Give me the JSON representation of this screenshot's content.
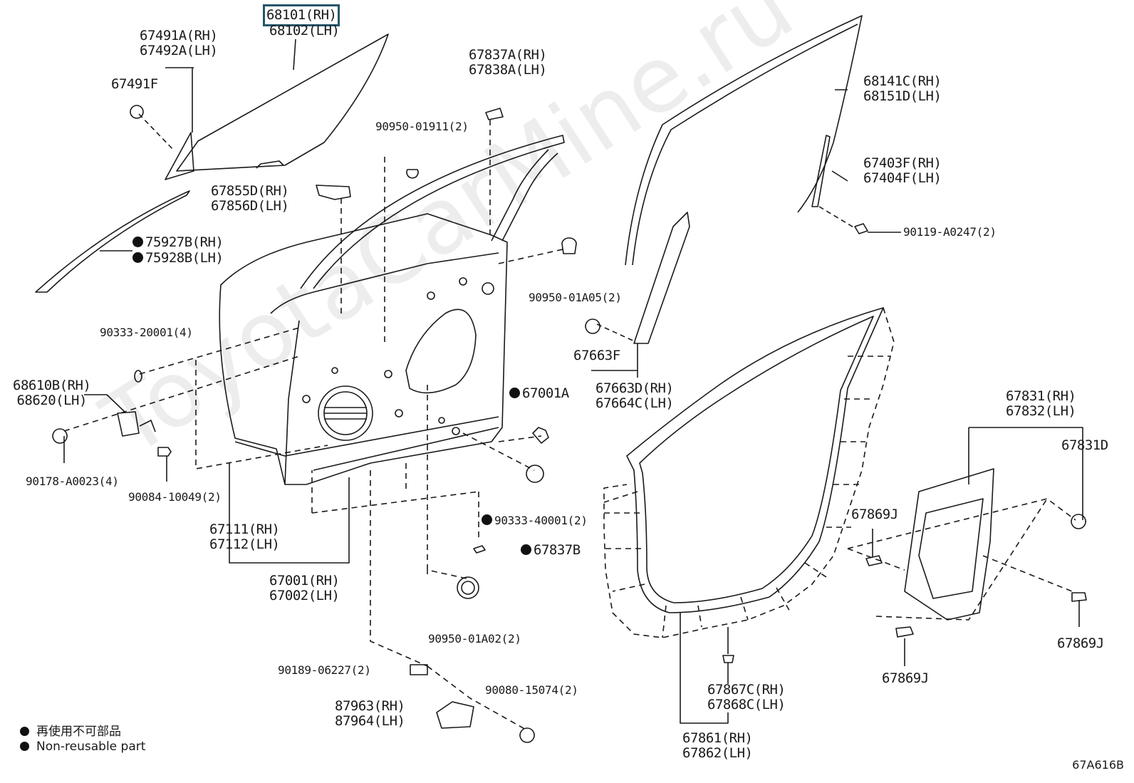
{
  "labels": {
    "glass_rh": "68101(RH)",
    "glass_lh": "68102(LH)",
    "p67491a": "67491A(RH)\n67492A(LH)",
    "p67491f": "67491F",
    "p67837a": "67837A(RH)\n67838A(LH)",
    "p90950_01911": "90950-01911(2)",
    "p67855d": "67855D(RH)\n67856D(LH)",
    "p75927b": "75927B(RH)",
    "p75928b": "75928B(LH)",
    "p90333_20001": "90333-20001(4)",
    "p68610b": "68610B(RH)\n68620(LH)",
    "p90178": "90178-A0023(4)",
    "p90084": "90084-10049(2)",
    "p67111": "67111(RH)\n67112(LH)",
    "p67001": "67001(RH)\n67002(LH)",
    "p90950_01a05": "90950-01A05(2)",
    "p67001a": "67001A",
    "p90333_40001": "90333-40001(2)",
    "p67837b": "67837B",
    "p90950_01a02": "90950-01A02(2)",
    "p90189": "90189-06227(2)",
    "p90080": "90080-15074(2)",
    "p87963": "87963(RH)\n87964(LH)",
    "p68141c": "68141C(RH)\n68151D(LH)",
    "p67403f": "67403F(RH)\n67404F(LH)",
    "p90119": "90119-A0247(2)",
    "p67663f": "67663F",
    "p67663d": "67663D(RH)\n67664C(LH)",
    "p67831": "67831(RH)\n67832(LH)",
    "p67831d": "67831D",
    "p67869j_a": "67869J",
    "p67869j_b": "67869J",
    "p67869j_c": "67869J",
    "p67867c": "67867C(RH)\n67868C(LH)",
    "p67861": "67861(RH)\n67862(LH)"
  },
  "legend": {
    "jp": "再使用不可部品",
    "en": "Non-reusable part"
  },
  "figure_id": "67A616B",
  "watermark": "ToyotaCarMine.ru",
  "colors": {
    "ink": "#1a1a1a",
    "highlight_box": "#26556b",
    "watermark": "#ededed"
  }
}
